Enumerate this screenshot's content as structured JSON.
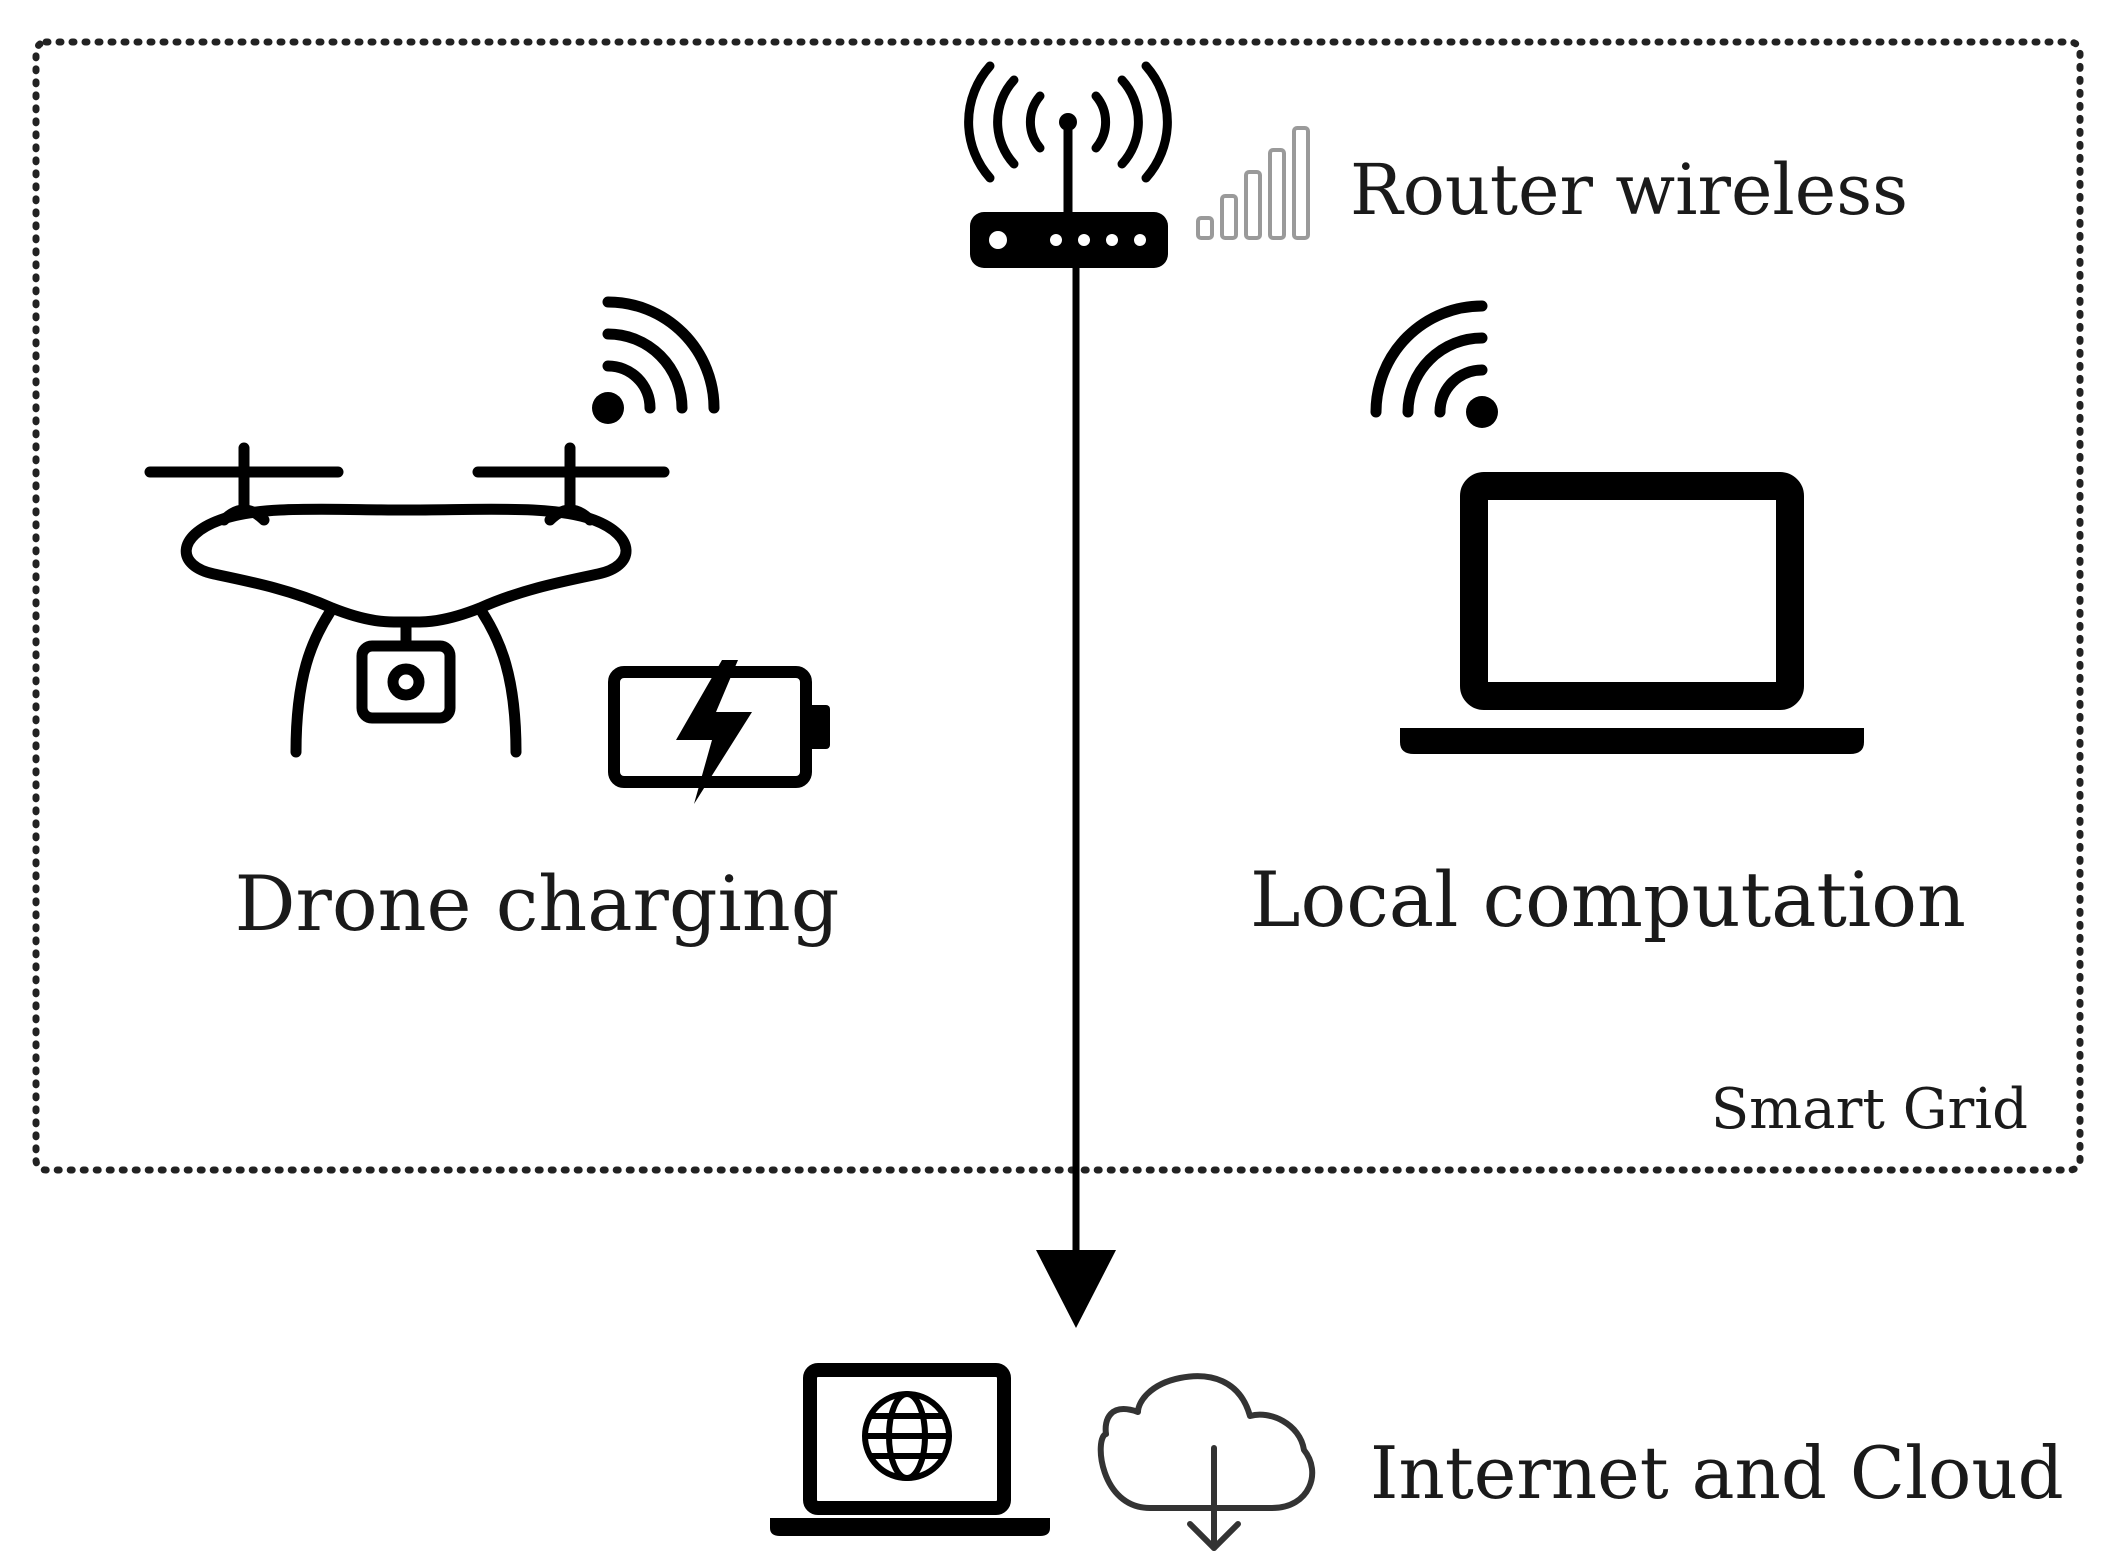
{
  "boundary": {
    "label": "Smart Grid"
  },
  "nodes": {
    "router": {
      "label": "Router wireless",
      "icon": "router-icon"
    },
    "drone": {
      "label": "Drone charging",
      "icon": "drone-icon"
    },
    "laptop": {
      "label": "Local computation",
      "icon": "laptop-icon"
    },
    "cloud": {
      "label": "Internet and Cloud",
      "icon": "cloud-download-icon"
    }
  },
  "edges": [
    {
      "from": "router",
      "to": "cloud",
      "style": "arrow"
    }
  ],
  "colors": {
    "ink": "#000000",
    "text": "#1a1a1a",
    "signal_bars": "#9a9a9a"
  }
}
